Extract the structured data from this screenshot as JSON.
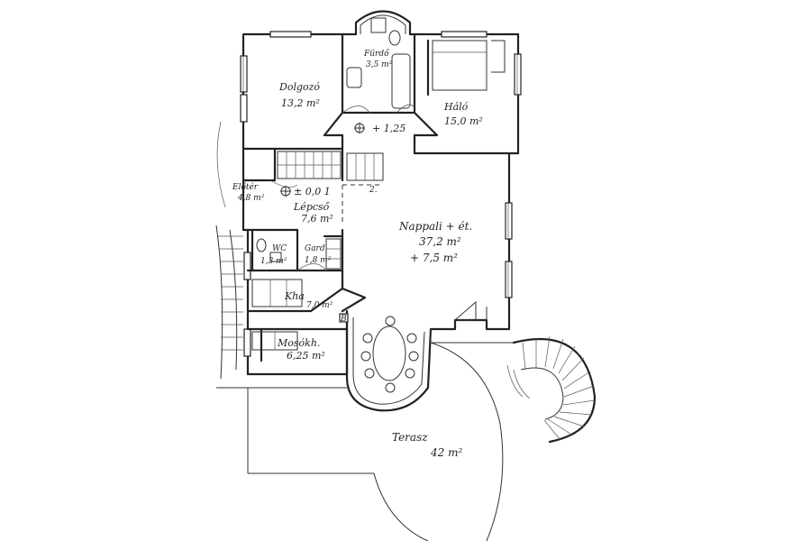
{
  "rooms": {
    "dolgozo": {
      "name": "Dolgozó",
      "area": "13,2 m²"
    },
    "furdo": {
      "name": "Fürdő",
      "area": "3,5 m²"
    },
    "halo": {
      "name": "Háló",
      "area": "15,0 m²"
    },
    "eloter": {
      "name": "Előtér",
      "area": "4,8 m²"
    },
    "lepcso": {
      "name": "Lépcső",
      "area": "7,6 m²"
    },
    "wc": {
      "name": "WC",
      "area": "1,3 m²"
    },
    "gard": {
      "name": "Gard",
      "area": "1,8 m²"
    },
    "konyha": {
      "name": "Kha",
      "area": "7,0 m²"
    },
    "mosokonyha": {
      "name": "Mosókh.",
      "area": "6,25 m²"
    },
    "nappali": {
      "name": "Nappali + ét.",
      "area": "37,2 m²",
      "area_extra": "+ 7,5 m²"
    },
    "terasz": {
      "name": "Terasz",
      "area": "42 m²"
    }
  },
  "levels": {
    "upper": "+ 1,25",
    "entry": "± 0,0 1"
  },
  "marks": {
    "step": "2.",
    "door_b": "B"
  }
}
